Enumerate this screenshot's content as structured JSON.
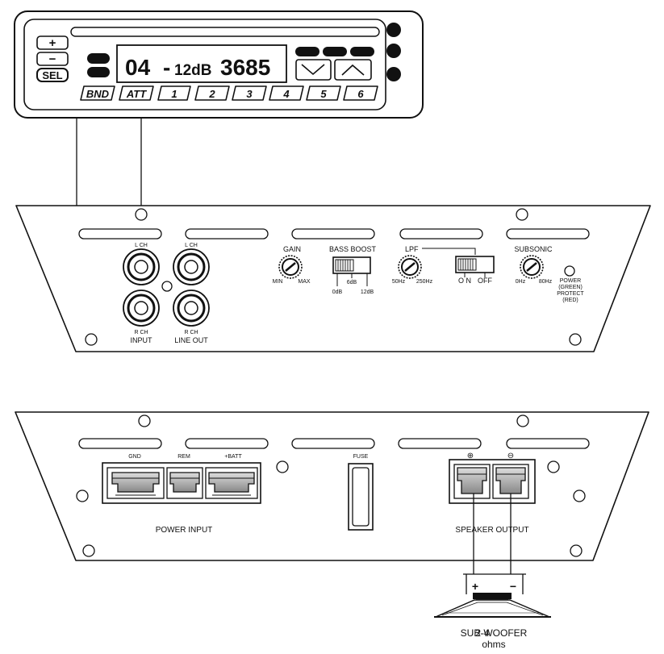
{
  "head_unit": {
    "vol_up": "+",
    "vol_down": "−",
    "sel": "SEL",
    "display": {
      "track": "04",
      "dash": "-",
      "level": "12dB",
      "freq": "3685"
    },
    "bottom_buttons": [
      "BND",
      "ATT",
      "1",
      "2",
      "3",
      "4",
      "5",
      "6"
    ]
  },
  "amp_top": {
    "lch_input": "L CH",
    "rch_input": "R CH",
    "input": "INPUT",
    "lch_lineout": "L CH",
    "rch_lineout": "R CH",
    "line_out": "LINE OUT",
    "gain": "GAIN",
    "gain_min": "MIN",
    "gain_max": "MAX",
    "bass_boost": "BASS BOOST",
    "bb_0": "0dB",
    "bb_6": "6dB",
    "bb_12": "12dB",
    "lpf": "LPF",
    "lpf_50": "50Hz",
    "lpf_250": "250Hz",
    "lpf_on": "O N",
    "lpf_off": "OFF",
    "subsonic": "SUBSONIC",
    "sub_0": "0Hz",
    "sub_80": "80Hz",
    "power_led": [
      "POWER",
      "(GREEN)",
      "PROTECT",
      "(RED)"
    ]
  },
  "amp_bottom": {
    "gnd": "GND",
    "rem": "REM",
    "batt": "+BATT",
    "power_input": "POWER INPUT",
    "fuse": "FUSE",
    "plus_sym": "⊕",
    "minus_sym": "⊖",
    "speaker_output": "SPEAKER OUTPUT"
  },
  "subwoofer": {
    "plus": "+",
    "minus": "−",
    "label": "SUB-WOOFER",
    "overlap": "2-4",
    "ohms": "ohms"
  }
}
